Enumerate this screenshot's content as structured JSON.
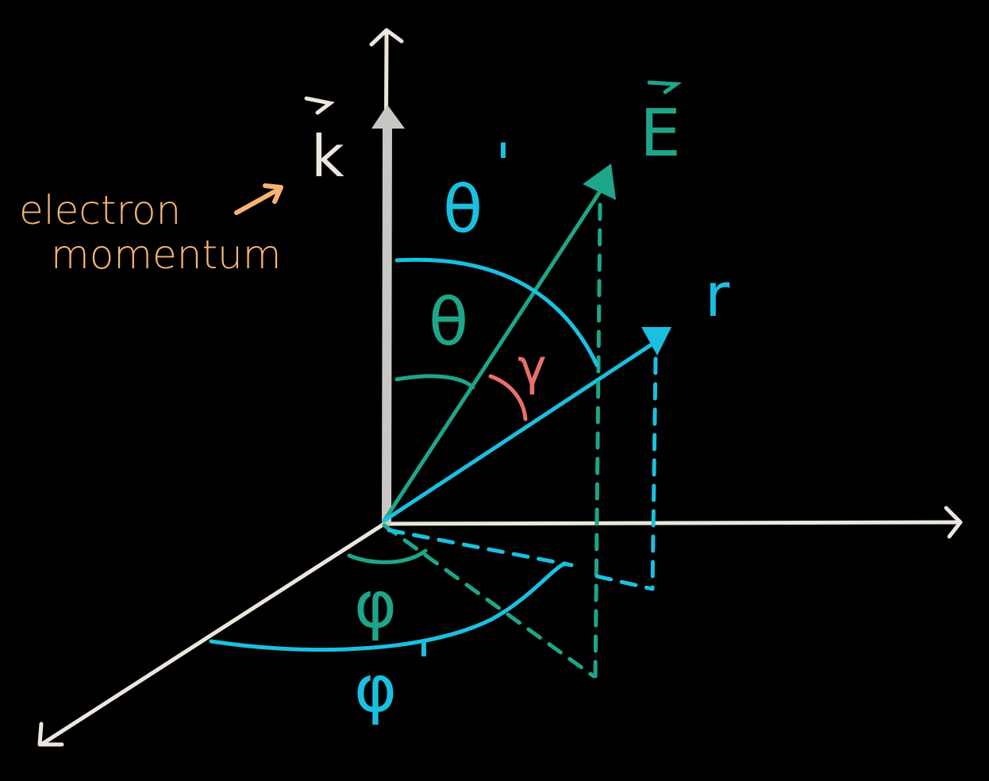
{
  "colors": {
    "background": "#000000",
    "axis": "#ece6dc",
    "k_vector": "#c9c7c3",
    "e_vector": "#1ea58a",
    "r_vector": "#1ac0e0",
    "gamma": "#e8706a",
    "annotation": "#f7b374"
  },
  "labels": {
    "k": "k",
    "e": "E",
    "r": "r",
    "theta": "θ",
    "theta_prime": "θ",
    "prime": "'",
    "gamma": "γ",
    "phi": "φ",
    "phi_prime": "φ",
    "annotation_line1": "electron",
    "annotation_line2": "momentum"
  }
}
